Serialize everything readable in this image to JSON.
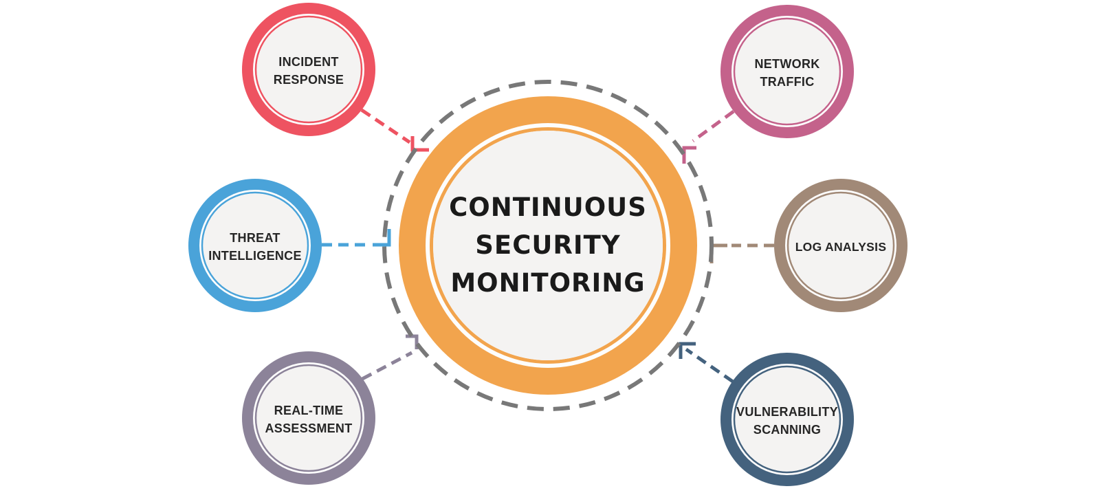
{
  "diagram": {
    "title": {
      "line1": "CONTINUOUS",
      "line2": "SECURITY",
      "line3": "MONITORING"
    },
    "colors": {
      "background": "#ffffff",
      "center_ring": "#f2a44d",
      "outer_dashed_ring": "#787878",
      "inner_fill": "#f4f3f2",
      "ring_gap_fill": "#fdfdfd",
      "title_text": "#1a1a1a",
      "label_text": "#262626"
    },
    "nodes": [
      {
        "id": "incident-response",
        "line1": "INCIDENT",
        "line2": "RESPONSE",
        "color": "#ee5361"
      },
      {
        "id": "network-traffic",
        "line1": "NETWORK",
        "line2": "TRAFFIC",
        "color": "#c4628b"
      },
      {
        "id": "threat-intelligence",
        "line1": "THREAT",
        "line2": "INTELLIGENCE",
        "color": "#4aa3d9"
      },
      {
        "id": "log-analysis",
        "line1": "LOG ANALYSIS",
        "line2": "",
        "color": "#a18977"
      },
      {
        "id": "real-time-assessment",
        "line1": "REAL-TIME",
        "line2": "ASSESSMENT",
        "color": "#8c8399"
      },
      {
        "id": "vulnerability-scanning",
        "line1": "VULNERABILITY",
        "line2": "SCANNING",
        "color": "#44627e"
      }
    ]
  }
}
